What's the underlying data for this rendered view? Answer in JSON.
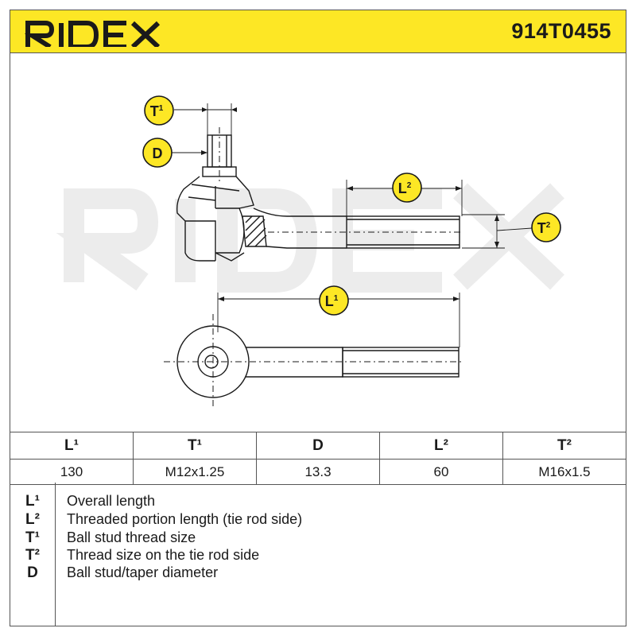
{
  "header": {
    "brand": "RIDEX",
    "part_number": "914T0455",
    "background_color": "#fde725"
  },
  "drawing": {
    "watermark_text": "RIDEX",
    "callouts": {
      "t1": {
        "letter": "T",
        "sup": "1"
      },
      "d": {
        "letter": "D",
        "sup": ""
      },
      "l2": {
        "letter": "L",
        "sup": "2"
      },
      "t2": {
        "letter": "T",
        "sup": "2"
      },
      "l1": {
        "letter": "L",
        "sup": "1"
      }
    }
  },
  "table": {
    "headers": [
      "L¹",
      "T¹",
      "D",
      "L²",
      "T²"
    ],
    "values": [
      "130",
      "M12x1.25",
      "13.3",
      "60",
      "M16x1.5"
    ]
  },
  "legend": [
    {
      "code": "L¹",
      "desc": "Overall length"
    },
    {
      "code": "L²",
      "desc": "Threaded portion length (tie rod side)"
    },
    {
      "code": "T¹",
      "desc": "Ball stud thread size"
    },
    {
      "code": "T²",
      "desc": "Thread size on the tie rod side"
    },
    {
      "code": "D",
      "desc": "Ball stud/taper diameter"
    }
  ]
}
